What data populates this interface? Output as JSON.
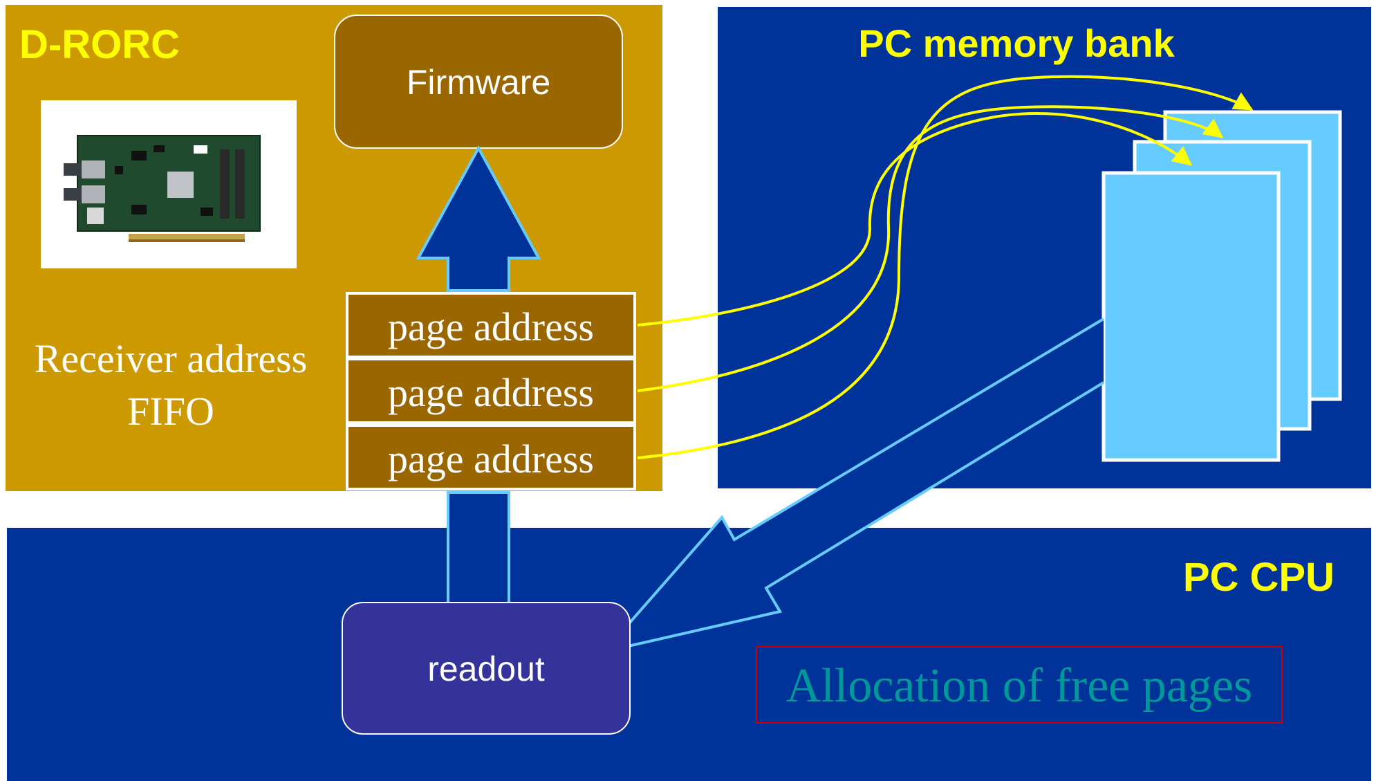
{
  "drorc": {
    "title": "D-RORC",
    "fifo_label_line1": "Receiver address",
    "fifo_label_line2": "FIFO",
    "firmware": "Firmware",
    "page_addresses": [
      "page address",
      "page address",
      "page address"
    ]
  },
  "memory_bank": {
    "title": "PC memory bank"
  },
  "cpu": {
    "title": "PC CPU",
    "readout": "readout",
    "allocation_note": "Allocation of free pages"
  },
  "colors": {
    "drorc_bg": "#cc9900",
    "brown_box": "#996600",
    "navy": "#003399",
    "purple_box": "#333399",
    "light_blue": "#66ccff",
    "yellow": "#ffff00",
    "teal_text": "#009999",
    "note_border": "#cc0000"
  },
  "icons": {
    "board": "pcb-card-icon"
  }
}
